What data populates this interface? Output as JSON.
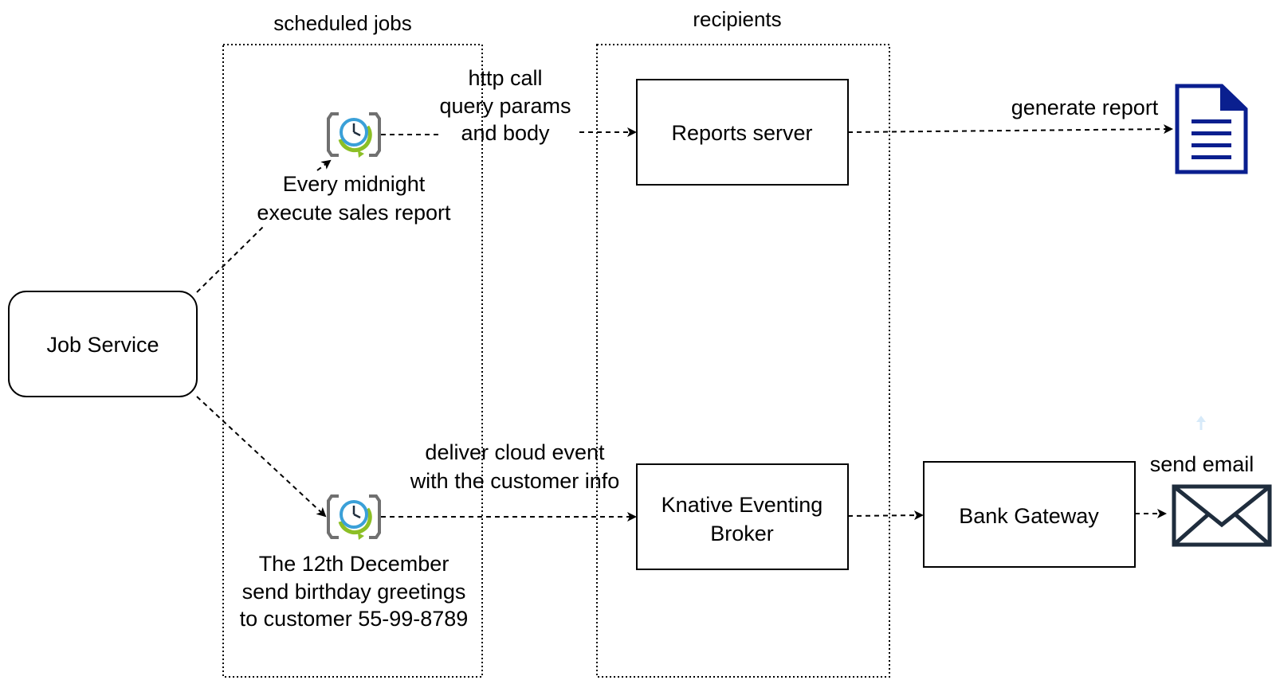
{
  "groups": {
    "scheduled_jobs": "scheduled jobs",
    "recipients": "recipients"
  },
  "nodes": {
    "job_service": "Job Service",
    "reports_server": "Reports server",
    "knative_line1": "Knative Eventing",
    "knative_line2": "Broker",
    "bank_gateway": "Bank Gateway"
  },
  "jobs": {
    "midnight_line1": "Every midnight",
    "midnight_line2": "execute sales report",
    "birthday_line1": "The 12th December",
    "birthday_line2": "send birthday greetings",
    "birthday_line3": "to customer 55-99-8789"
  },
  "edges": {
    "http_line1": "http call",
    "http_line2": "query params",
    "http_line3": "and body",
    "cloud_line1": "deliver cloud event",
    "cloud_line2": "with the customer info",
    "generate_report": "generate report",
    "send_email": "send email"
  },
  "icons": {
    "scheduler": "clock-schedule-icon",
    "report": "document-icon",
    "email": "envelope-icon"
  },
  "colors": {
    "document_blue": "#0a1f8f",
    "envelope_dark": "#1f2d3d",
    "clock_blue": "#3aa0d8",
    "clock_green": "#8cbf26",
    "bracket_gray": "#707070"
  }
}
